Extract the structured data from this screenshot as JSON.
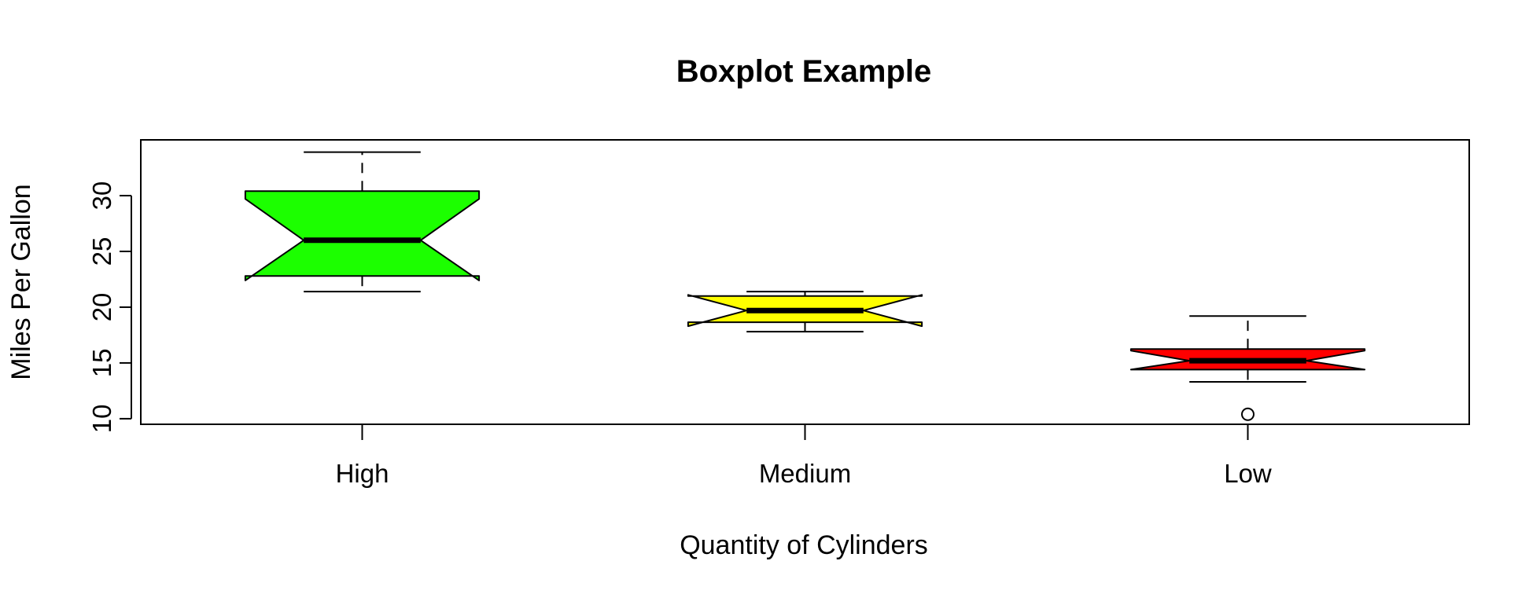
{
  "chart_data": {
    "type": "boxplot",
    "title": "Boxplot Example",
    "xlabel": "Quantity of Cylinders",
    "ylabel": "Miles Per Gallon",
    "ylim": [
      9.5,
      35
    ],
    "y_ticks": [
      10,
      15,
      20,
      25,
      30
    ],
    "y_tick_labels": [
      "10",
      "15",
      "20",
      "25",
      "30"
    ],
    "notched": true,
    "grid": false,
    "legend": "none",
    "categories": [
      "High",
      "Medium",
      "Low"
    ],
    "series": [
      {
        "category": "High",
        "color": "#1cff00",
        "whisker_low": 21.4,
        "q1": 22.8,
        "median": 26.0,
        "q3": 30.4,
        "whisker_high": 33.9,
        "notch_low": 22.4,
        "notch_high": 29.7,
        "outliers": []
      },
      {
        "category": "Medium",
        "color": "#ffff00",
        "whisker_low": 17.8,
        "q1": 18.65,
        "median": 19.7,
        "q3": 21.0,
        "whisker_high": 21.4,
        "notch_low": 18.3,
        "notch_high": 21.1,
        "outliers": []
      },
      {
        "category": "Low",
        "color": "#ff0000",
        "whisker_low": 13.3,
        "q1": 14.4,
        "median": 15.2,
        "q3": 16.25,
        "whisker_high": 19.2,
        "notch_low": 14.4,
        "notch_high": 16.1,
        "outliers": [
          10.4
        ]
      }
    ]
  }
}
